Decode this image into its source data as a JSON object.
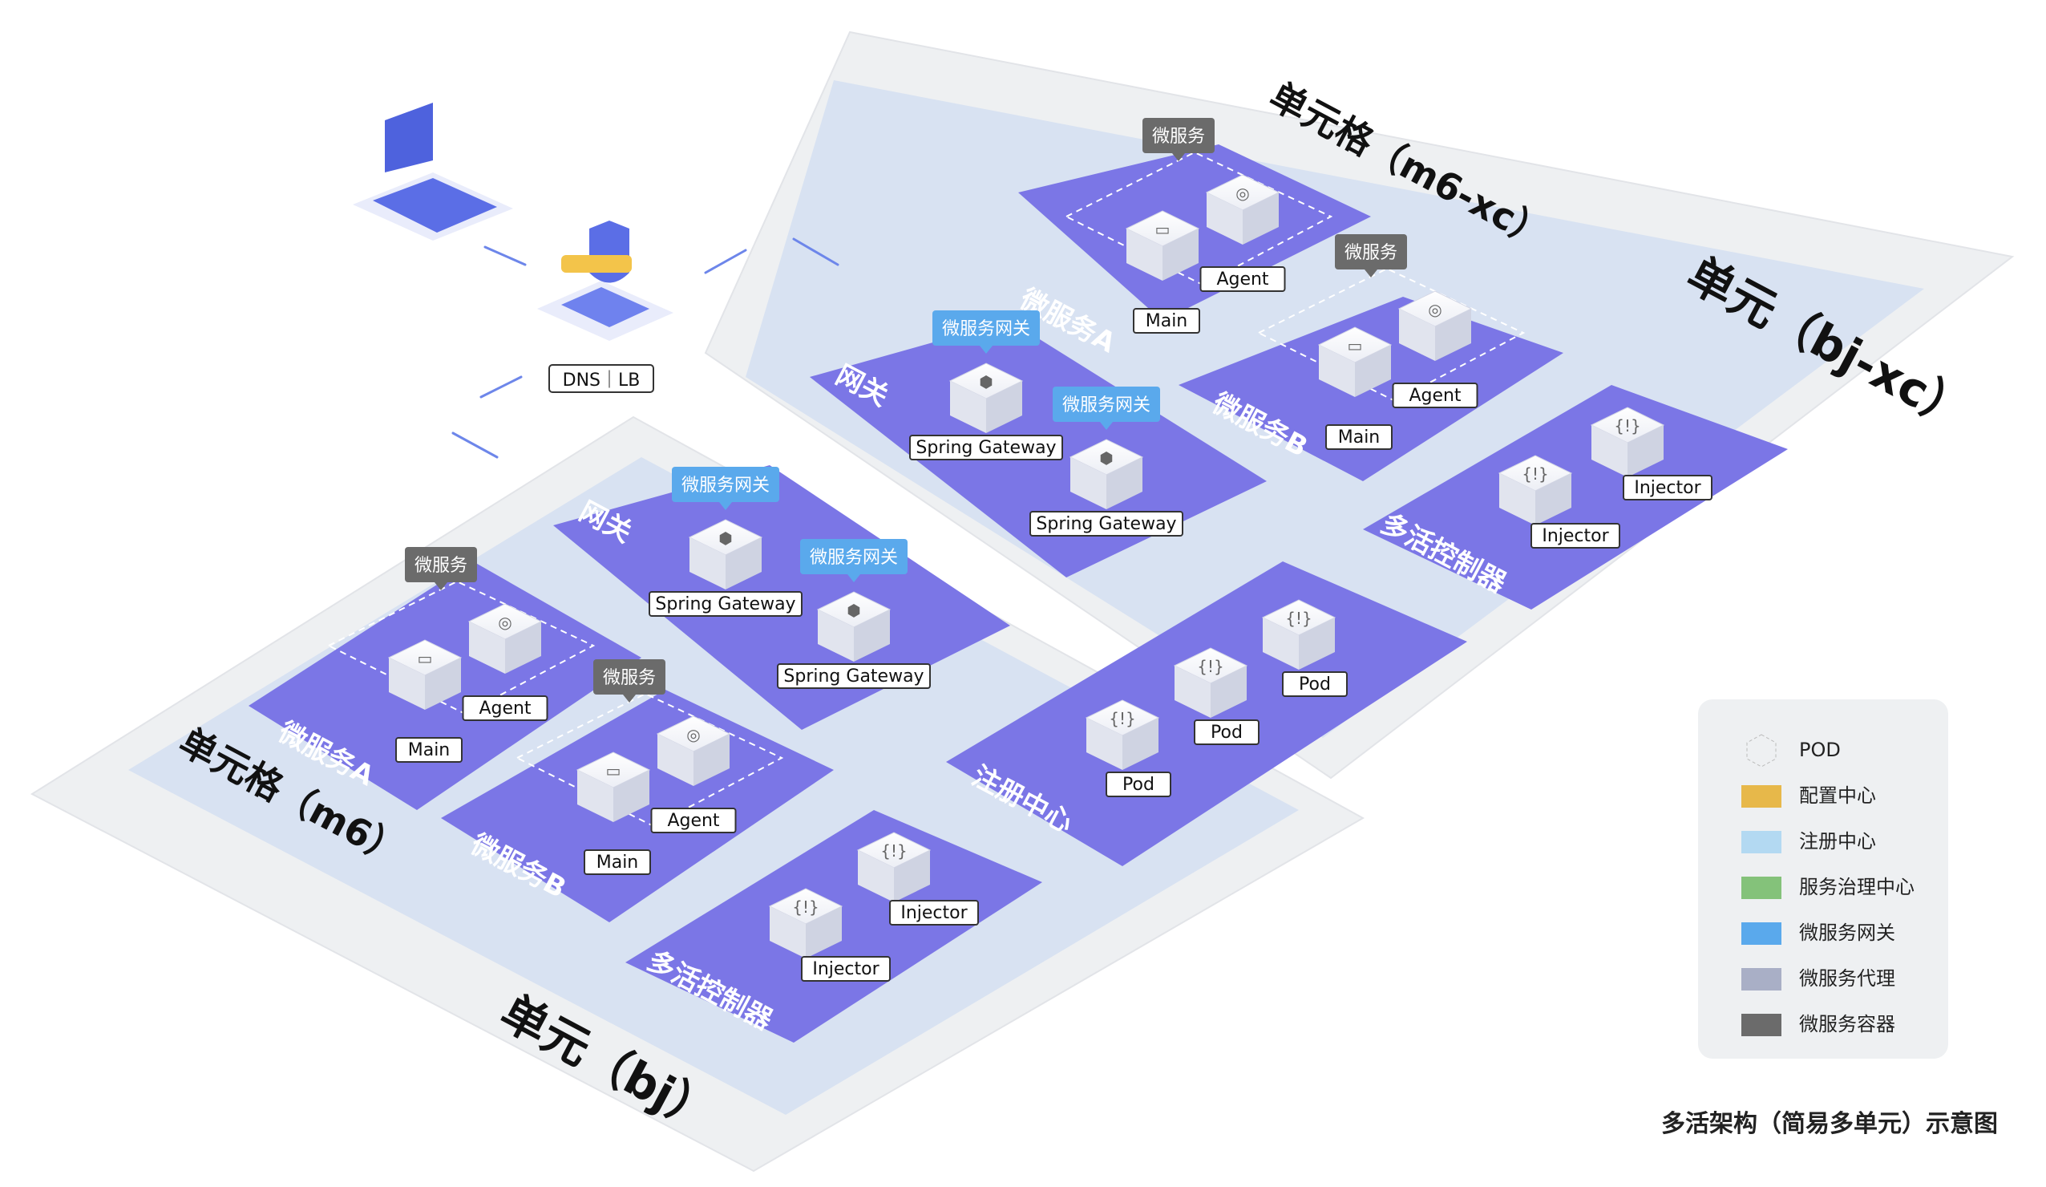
{
  "units": {
    "bj": {
      "unit_label": "单元（bj）",
      "cell_label": "单元格（m6）",
      "gateway": {
        "label": "网关",
        "tag": "微服务网关",
        "nodes": [
          "Spring Gateway",
          "Spring Gateway"
        ]
      },
      "service_a": {
        "label": "微服务A",
        "tag": "微服务",
        "main": "Main",
        "agent": "Agent"
      },
      "service_b": {
        "label": "微服务B",
        "tag": "微服务",
        "main": "Main",
        "agent": "Agent"
      },
      "controller": {
        "label": "多活控制器",
        "nodes": [
          "Injector",
          "Injector"
        ]
      }
    },
    "bjxc": {
      "unit_label": "单元（bj-xc）",
      "cell_label": "单元格（m6-xc）",
      "gateway": {
        "label": "网关",
        "tag": "微服务网关",
        "nodes": [
          "Spring Gateway",
          "Spring Gateway"
        ]
      },
      "service_a": {
        "label": "微服务A",
        "tag": "微服务",
        "main": "Main",
        "agent": "Agent"
      },
      "service_b": {
        "label": "微服务B",
        "tag": "微服务",
        "main": "Main",
        "agent": "Agent"
      },
      "controller": {
        "label": "多活控制器",
        "nodes": [
          "Injector",
          "Injector"
        ]
      }
    }
  },
  "registry": {
    "label": "注册中心",
    "nodes": [
      "Pod",
      "Pod",
      "Pod"
    ]
  },
  "entry": {
    "dns_lb": "DNS｜LB"
  },
  "legend": [
    {
      "label": "POD",
      "color": "none"
    },
    {
      "label": "配置中心",
      "color": "#e7b84a"
    },
    {
      "label": "注册中心",
      "color": "#b3d9f2"
    },
    {
      "label": "服务治理中心",
      "color": "#84c27a"
    },
    {
      "label": "微服务网关",
      "color": "#5aa9ec"
    },
    {
      "label": "微服务代理",
      "color": "#a9afc6"
    },
    {
      "label": "微服务容器",
      "color": "#6b6b6b"
    }
  ],
  "caption": "多活架构（简易多单元）示意图",
  "colors": {
    "panel": "#7b76e6",
    "unit_outer": "#f1f1f3",
    "cell_inner": "#dbe4f3",
    "gw_tag": "#5aa9ec",
    "svc_tag": "#6b6b6b"
  }
}
